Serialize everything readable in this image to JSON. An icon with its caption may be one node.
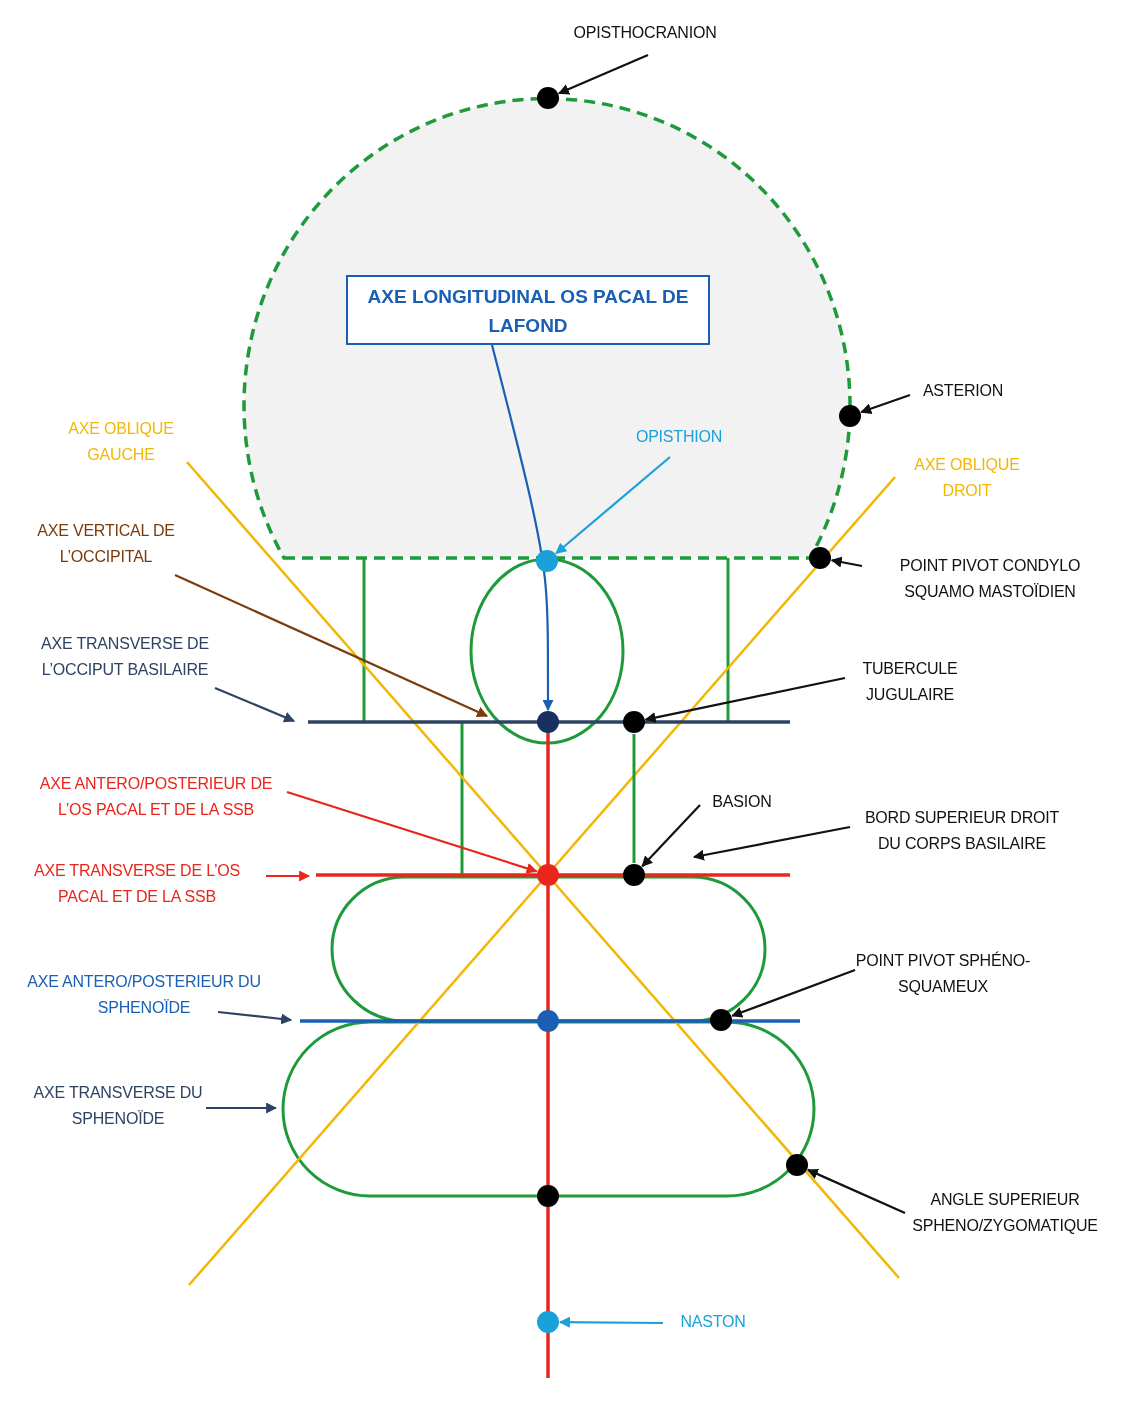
{
  "diagram": {
    "nodes": [
      {
        "text": [
          "OPISTHOCRANION"
        ]
      },
      {
        "text": [],
        "shape": "circle"
      },
      {
        "text": [
          "ASTERION"
        ]
      },
      {
        "text": [],
        "shape": "circle"
      },
      {
        "text": [
          "AXE LONGITUDINAL OS PACAL DE LAFOND"
        ]
      },
      {
        "text": [
          "OPISTHION"
        ]
      },
      {
        "text": [],
        "shape": "circle"
      },
      {
        "text": [
          "AXE VERTICAL DE L’OCCIPITAL"
        ]
      },
      {
        "text": [],
        "shape": "circle"
      },
      {
        "text": [
          "POINT PIVOT CONDYLO SQUAMO MASTOÏDIEN"
        ]
      },
      {
        "text": [
          "AXE TRANSVERSE DE L’OCCIPUT BASILAIRE"
        ]
      },
      {
        "text": [],
        "shape": "circle"
      },
      {
        "text": [],
        "shape": "circle"
      },
      {
        "text": [
          "TUBERCULE JUGULAIRE"
        ]
      },
      {
        "text": [
          "AXE ANTERO/POSTERIEUR DE L’OS PACAL ET DE LA SSB"
        ]
      },
      {
        "text": [
          "BASION"
        ]
      },
      {
        "text": [
          "BORD SUPERIEUR DROIT DU CORPS BASILAIRE"
        ]
      },
      {
        "text": [
          "AXE TRANSVERSE DE L’OS PACAL ET DE LA SSB"
        ]
      },
      {
        "text": [],
        "shape": "circle"
      },
      {
        "text": [],
        "shape": "circle"
      },
      {
        "text": [
          "POINT PIVOT SPHÉNO-SQUAMEUX"
        ]
      },
      {
        "text": [
          "AXE ANTERO/POSTERIEUR DU SPHENOÏDE"
        ]
      },
      {
        "text": [],
        "shape": "circle"
      },
      {
        "text": [],
        "shape": "circle"
      },
      {
        "text": [
          "AXE TRANSVERSE DU SPHENOÏDE"
        ]
      },
      {
        "text": [],
        "shape": "circle"
      },
      {
        "text": [],
        "shape": "circle"
      },
      {
        "text": [
          "ANGLE SUPERIEUR SPHENO/ZYGOMATIQUE"
        ]
      },
      {
        "text": [],
        "shape": "circle"
      },
      {
        "text": [
          "NASTON"
        ]
      }
    ],
    "edges": [
      {
        "from": 0,
        "to": 1,
        "arrow": "to"
      },
      {
        "from": 2,
        "to": 3,
        "arrow": "to"
      },
      {
        "from": 4,
        "to": 11,
        "arrow": "to",
        "color": "#1a5fb4"
      },
      {
        "from": 5,
        "to": 6,
        "arrow": "to",
        "color": "#1ba1d9"
      },
      {
        "from": 7,
        "to": null,
        "arrow": "to",
        "color": "#7a3a0c"
      },
      {
        "from": 9,
        "to": 8,
        "arrow": "to"
      },
      {
        "from": 10,
        "to": null,
        "arrow": "to",
        "color": "#2c4363"
      },
      {
        "from": 13,
        "to": 12,
        "arrow": "to"
      },
      {
        "from": 14,
        "to": 18,
        "arrow": "to",
        "color": "#e8261c"
      },
      {
        "from": 15,
        "to": 19,
        "arrow": "to"
      },
      {
        "from": 16,
        "to": null,
        "arrow": "to"
      },
      {
        "from": 17,
        "to": null,
        "arrow": "to",
        "color": "#e8261c"
      },
      {
        "from": 20,
        "to": 23,
        "arrow": "to"
      },
      {
        "from": 21,
        "to": null,
        "arrow": "to",
        "color": "#2c4363"
      },
      {
        "from": 24,
        "to": null,
        "arrow": "to",
        "color": "#2c4363"
      },
      {
        "from": 27,
        "to": 25,
        "arrow": "to"
      },
      {
        "from": 29,
        "to": 28,
        "arrow": "to",
        "color": "#1ba1d9"
      },
      {
        "from": 12,
        "to": 19,
        "arrow": "none",
        "color": "#1e9a3a"
      }
    ],
    "labels": [
      "AXE OBLIQUE GAUCHE",
      "AXE OBLIQUE DROIT"
    ]
  }
}
